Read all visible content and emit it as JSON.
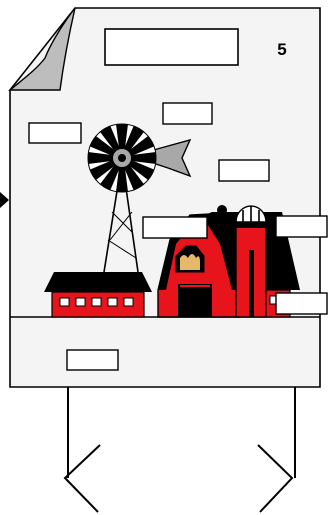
{
  "page": {
    "number": "5"
  },
  "label_boxes": [
    {
      "id": "top-title",
      "text": ""
    },
    {
      "id": "upper-middle",
      "text": ""
    },
    {
      "id": "left-upper",
      "text": ""
    },
    {
      "id": "right-middle",
      "text": ""
    },
    {
      "id": "center-left",
      "text": ""
    },
    {
      "id": "right-upper",
      "text": ""
    },
    {
      "id": "right-lower",
      "text": ""
    },
    {
      "id": "bottom-left",
      "text": ""
    }
  ],
  "colors": {
    "page_fill": "#f4f4f4",
    "fold": "#bdbdbd",
    "barn_red": "#e8141c",
    "roof": "#000000",
    "windmill_tail": "#a8a8a8"
  }
}
